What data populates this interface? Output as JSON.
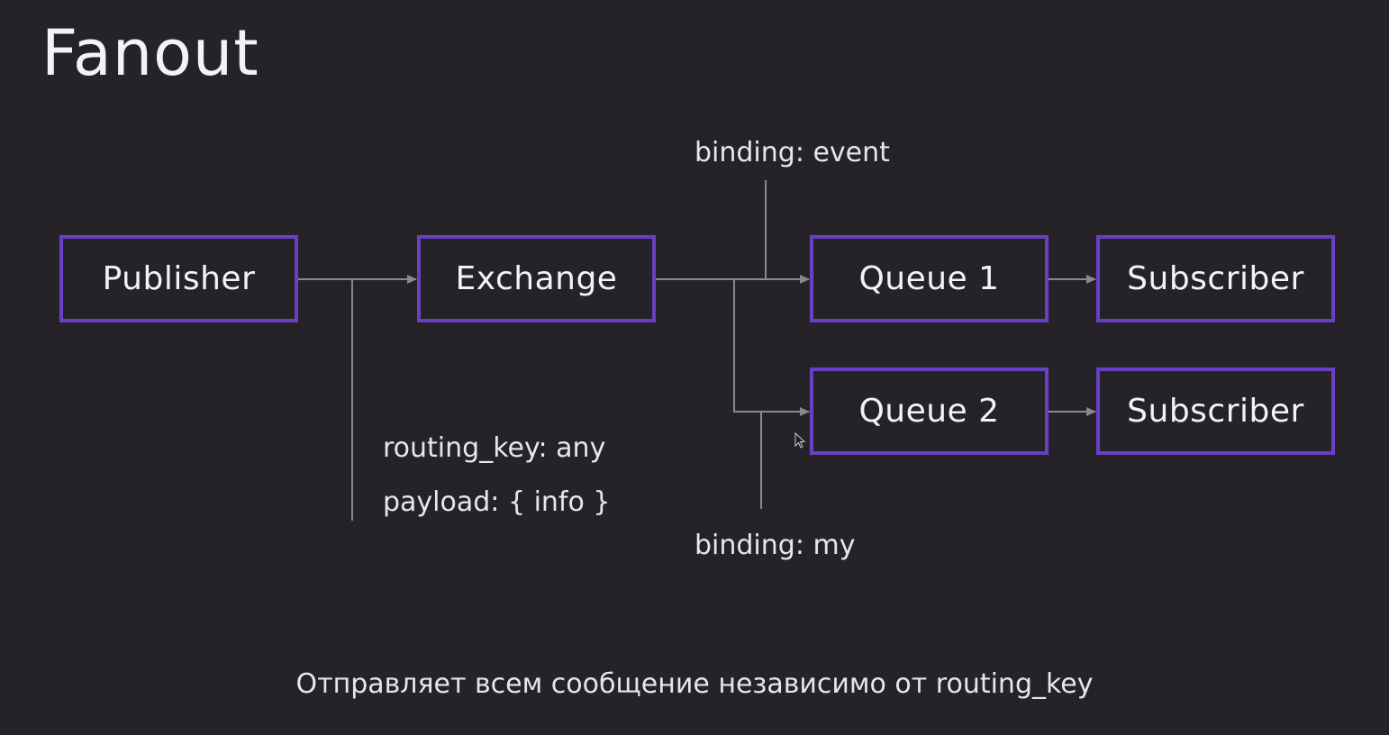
{
  "title": "Fanout",
  "nodes": {
    "publisher": "Publisher",
    "exchange": "Exchange",
    "queue1": "Queue 1",
    "queue2": "Queue 2",
    "subscriber1": "Subscriber",
    "subscriber2": "Subscriber"
  },
  "labels": {
    "binding_event": "binding: event",
    "binding_my": "binding: my",
    "routing_key": "routing_key: any",
    "payload": "payload: { info }"
  },
  "caption": "Отправляет всем сообщение независимо от routing_key",
  "colors": {
    "background": "#252327",
    "node_border": "#6a3fc2",
    "connector": "#8a888c"
  }
}
